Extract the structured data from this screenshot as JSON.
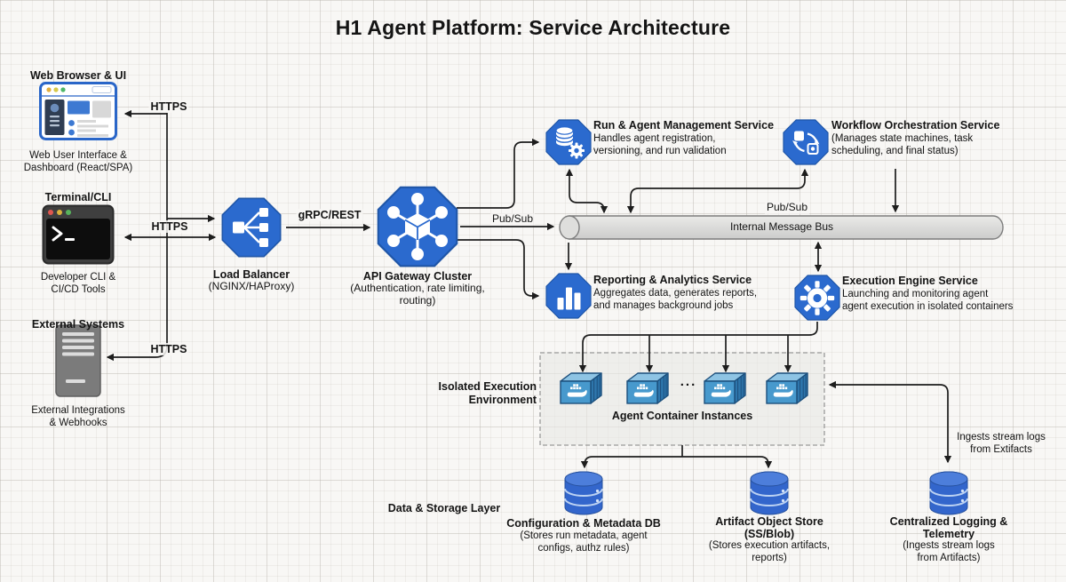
{
  "title": "H1 Agent Platform: Service Architecture",
  "colors": {
    "blue": "#2b6ace",
    "blue_dark": "#1f56a8",
    "db_blue": "#3366cc",
    "container_front": "#4799cd",
    "container_top": "#8ec4e4",
    "container_side": "#2e76ac",
    "bus_gray": "#d9d9d8",
    "line": "#1d1d1d"
  },
  "clients": {
    "browser": {
      "title": "Web Browser & UI",
      "caption_l1": "Web User Interface &",
      "caption_l2": "Dashboard (React/SPA)"
    },
    "terminal": {
      "title": "Terminal/CLI",
      "caption_l1": "Developer CLI &",
      "caption_l2": "CI/CD Tools"
    },
    "external": {
      "title": "External Systems",
      "caption_l1": "External Integrations",
      "caption_l2": "& Webhooks"
    }
  },
  "edges": {
    "browser_protocol": "HTTPS",
    "terminal_protocol": "HTTPS",
    "external_protocol": "HTTPS",
    "lb_to_gateway": "gRPC/REST",
    "gateway_to_bus": "Pub/Sub",
    "bus_pubsub": "Pub/Sub",
    "ingest_l1": "Ingests stream logs",
    "ingest_l2": "from Extifacts"
  },
  "nodes": {
    "load_balancer": {
      "title": "Load Balancer",
      "subtitle": "(NGINX/HAProxy)"
    },
    "api_gateway": {
      "title": "API Gateway Cluster",
      "subtitle_l1": "(Authentication, rate limiting,",
      "subtitle_l2": "routing)"
    },
    "run_agent": {
      "title": "Run & Agent Management Service",
      "desc_l1": "Handles agent registration,",
      "desc_l2": "versioning, and run validation"
    },
    "workflow": {
      "title": "Workflow Orchestration Service",
      "desc_l1": "(Manages state machines, task",
      "desc_l2": "scheduling, and final status)"
    },
    "message_bus": {
      "label": "Internal Message Bus"
    },
    "reporting": {
      "title": "Reporting & Analytics Service",
      "desc_l1": "Aggregates data, generates reports,",
      "desc_l2": "and manages background jobs"
    },
    "execution": {
      "title": "Execution Engine Service",
      "desc_l1": "Launching and monitoring agent",
      "desc_l2": "agent execution in isolated containers"
    }
  },
  "execution_env": {
    "label_l1": "Isolated Execution",
    "label_l2": "Environment",
    "containers_label": "Agent Container Instances",
    "ellipsis": "..."
  },
  "storage": {
    "layer_label": "Data & Storage Layer",
    "config_db": {
      "title": "Configuration & Metadata DB",
      "desc_l1": "(Stores run metadata, agent",
      "desc_l2": "configs, authz rules)"
    },
    "artifact_store": {
      "title_l1": "Artifact Object Store",
      "title_l2": "(SS/Blob)",
      "desc_l1": "(Stores execution artifacts,",
      "desc_l2": "reports)"
    },
    "logging": {
      "title_l1": "Centralized Logging &",
      "title_l2": "Telemetry",
      "desc_l1": "(Ingests stream logs",
      "desc_l2": "from Artifacts)"
    }
  }
}
